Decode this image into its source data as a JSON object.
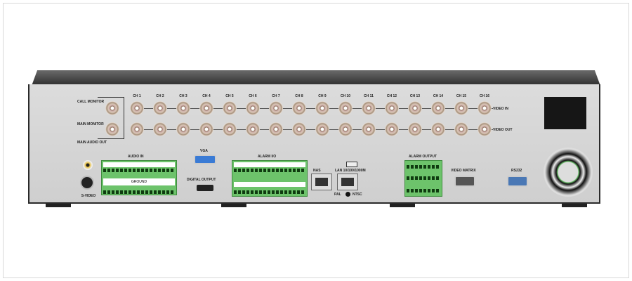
{
  "panel": {
    "channels": [
      "CH 1",
      "CH 2",
      "CH 3",
      "CH 4",
      "CH 5",
      "CH 6",
      "CH 7",
      "CH 8",
      "CH 9",
      "CH 10",
      "CH 11",
      "CH 12",
      "CH 13",
      "CH 14",
      "CH 15",
      "CH 16"
    ],
    "call_monitor": "CALL MONITOR",
    "main_monitor": "MAIN MONITOR",
    "video_in": "VIDEO IN",
    "video_out": "VIDEO OUT",
    "main_audio_out": "MAIN AUDIO OUT",
    "s_video": "S-VIDEO",
    "audio_in": "AUDIO IN",
    "ground": "GROUND",
    "vga": "VGA",
    "digital_output": "DIGITAL OUTPUT",
    "alarm_io": "ALARM I/O",
    "nas": "NAS",
    "lan": "LAN 10/100/1000M",
    "pal": "PAL",
    "ntsc": "NTSC",
    "alarm_output": "ALARM OUTPUT",
    "video_matrix": "VIDEO MATRIX",
    "rs232": "RS232"
  },
  "colors": {
    "terminal": "#6dc36b",
    "vga": "#3a7bd5",
    "chassis": "#d4d4d4"
  }
}
